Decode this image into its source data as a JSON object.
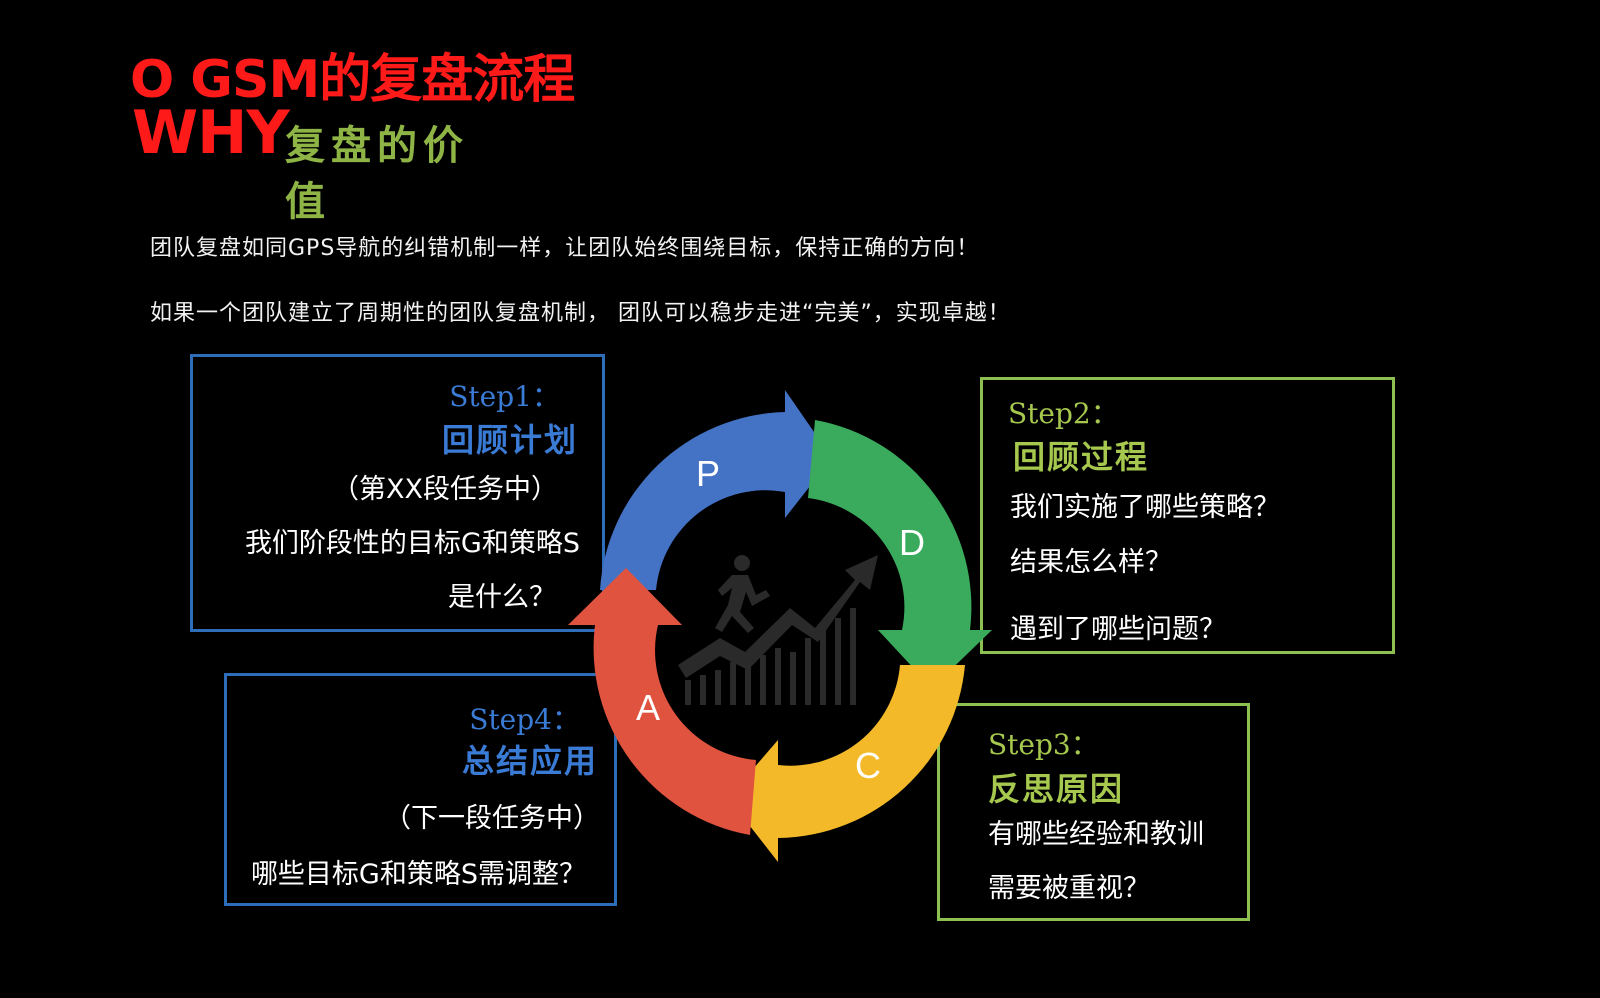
{
  "header": {
    "title": "O GSM的复盘流程",
    "why": "WHY",
    "value": "复盘的价值"
  },
  "intro": {
    "line1": "团队复盘如同GPS导航的纠错机制一样，让团队始终围绕目标，保持正确的方向！",
    "line2": "如果一个团队建立了周期性的团队复盘机制， 团队可以稳步走进“完美”，实现卓越！"
  },
  "cycle": {
    "p": "P",
    "d": "D",
    "c": "C",
    "a": "A",
    "colors": {
      "p": "#4472c4",
      "d": "#3aaa5c",
      "c": "#f4b928",
      "a": "#e0533f"
    }
  },
  "steps": {
    "step1": {
      "label": "Step1：",
      "title": "回顾计划",
      "lines": [
        "（第XX段任务中）",
        "我们阶段性的目标G和策略S",
        "是什么？"
      ]
    },
    "step2": {
      "label": "Step2：",
      "title": "回顾过程",
      "lines": [
        "我们实施了哪些策略？",
        "结果怎么样？",
        "遇到了哪些问题？"
      ]
    },
    "step3": {
      "label": "Step3：",
      "title": "反思原因",
      "lines": [
        "有哪些经验和教训",
        "需要被重视？"
      ]
    },
    "step4": {
      "label": "Step4：",
      "title": "总结应用",
      "lines": [
        "（下一段任务中）",
        "哪些目标G和策略S需调整？"
      ]
    }
  }
}
